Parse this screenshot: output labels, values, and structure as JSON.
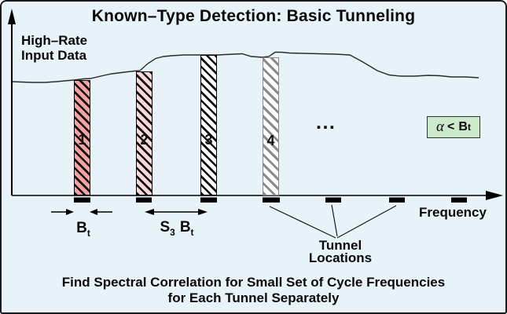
{
  "title": "Known–Type Detection: Basic Tunneling",
  "axis": {
    "y_label_line1": "High–Rate",
    "y_label_line2": "Input Data",
    "x_label": "Frequency"
  },
  "tunnels": [
    {
      "label": "1"
    },
    {
      "label": "2"
    },
    {
      "label": "3"
    },
    {
      "label": "4"
    }
  ],
  "ellipsis": "...",
  "legend": {
    "alpha": "α",
    "operator": "<",
    "term_base": "B",
    "term_sub": "t"
  },
  "annotations": {
    "bt": {
      "base": "B",
      "sub": "t"
    },
    "s3bt": {
      "s_base": "S",
      "s_sub": "3",
      "b_base": "B",
      "b_sub": "t"
    },
    "tunnel_locations_line1": "Tunnel",
    "tunnel_locations_line2": "Locations"
  },
  "caption": {
    "line1": "Find Spectral Correlation for Small Set of Cycle Frequencies",
    "line2": "for Each Tunnel Separately"
  },
  "colors": {
    "background": "#E7F2F9",
    "tunnel1_fill": "#F6A2A2",
    "tunnel2_fill": "#FBD8D8",
    "tunnel3_fill": "#FFFFFF",
    "tunnel4_fill": "#FFFFFF",
    "hatch_dark": "#101010",
    "hatch_gray": "#8A8A8A",
    "legend_fill": "#CBE9CB"
  }
}
